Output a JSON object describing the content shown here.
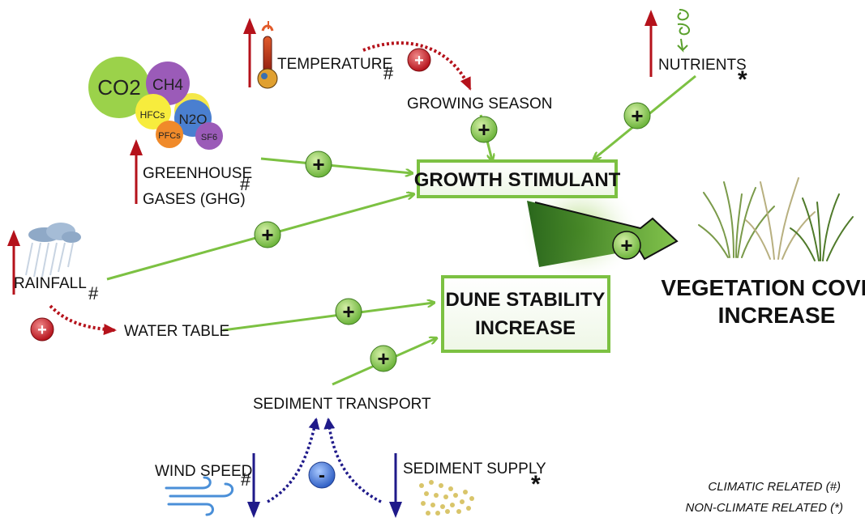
{
  "greenhouse_gases": [
    "CO2",
    "CH4",
    "HFCs",
    "N2O",
    "PFCs",
    "SF6"
  ],
  "drivers": {
    "temperature": {
      "label": "TEMPERATURE",
      "mark": "#"
    },
    "nutrients": {
      "label": "NUTRIENTS",
      "mark": "*"
    },
    "ghg": {
      "label_line1": "GREENHOUSE",
      "label_line2": "GASES (GHG)",
      "mark": "#"
    },
    "rainfall": {
      "label": "RAINFALL",
      "mark": "#"
    },
    "wind_speed": {
      "label": "WIND SPEED",
      "mark": "#"
    },
    "sediment_supply": {
      "label": "SEDIMENT SUPPLY",
      "mark": "*"
    }
  },
  "intermediates": {
    "growing_season": "GROWING SEASON",
    "water_table": "WATER TABLE",
    "sediment_transport": "SEDIMENT TRANSPORT"
  },
  "boxes": {
    "growth_stimulant": "GROWTH STIMULANT",
    "dune_stability_line1": "DUNE STABILITY",
    "dune_stability_line2": "INCREASE"
  },
  "outcome": {
    "line1": "VEGETATION COVER",
    "line2": "INCREASE"
  },
  "signs": {
    "positive": "+",
    "negative": "-"
  },
  "legend": {
    "climatic": "CLIMATIC RELATED (#)",
    "non_climatic": "NON-CLIMATE RELATED (*)"
  },
  "colors": {
    "positive_link": "#7cc142",
    "increase_arrow": "#b5121b",
    "decrease_arrow": "#1f1a8a",
    "outcome_arrow": "#3e9b1f"
  }
}
